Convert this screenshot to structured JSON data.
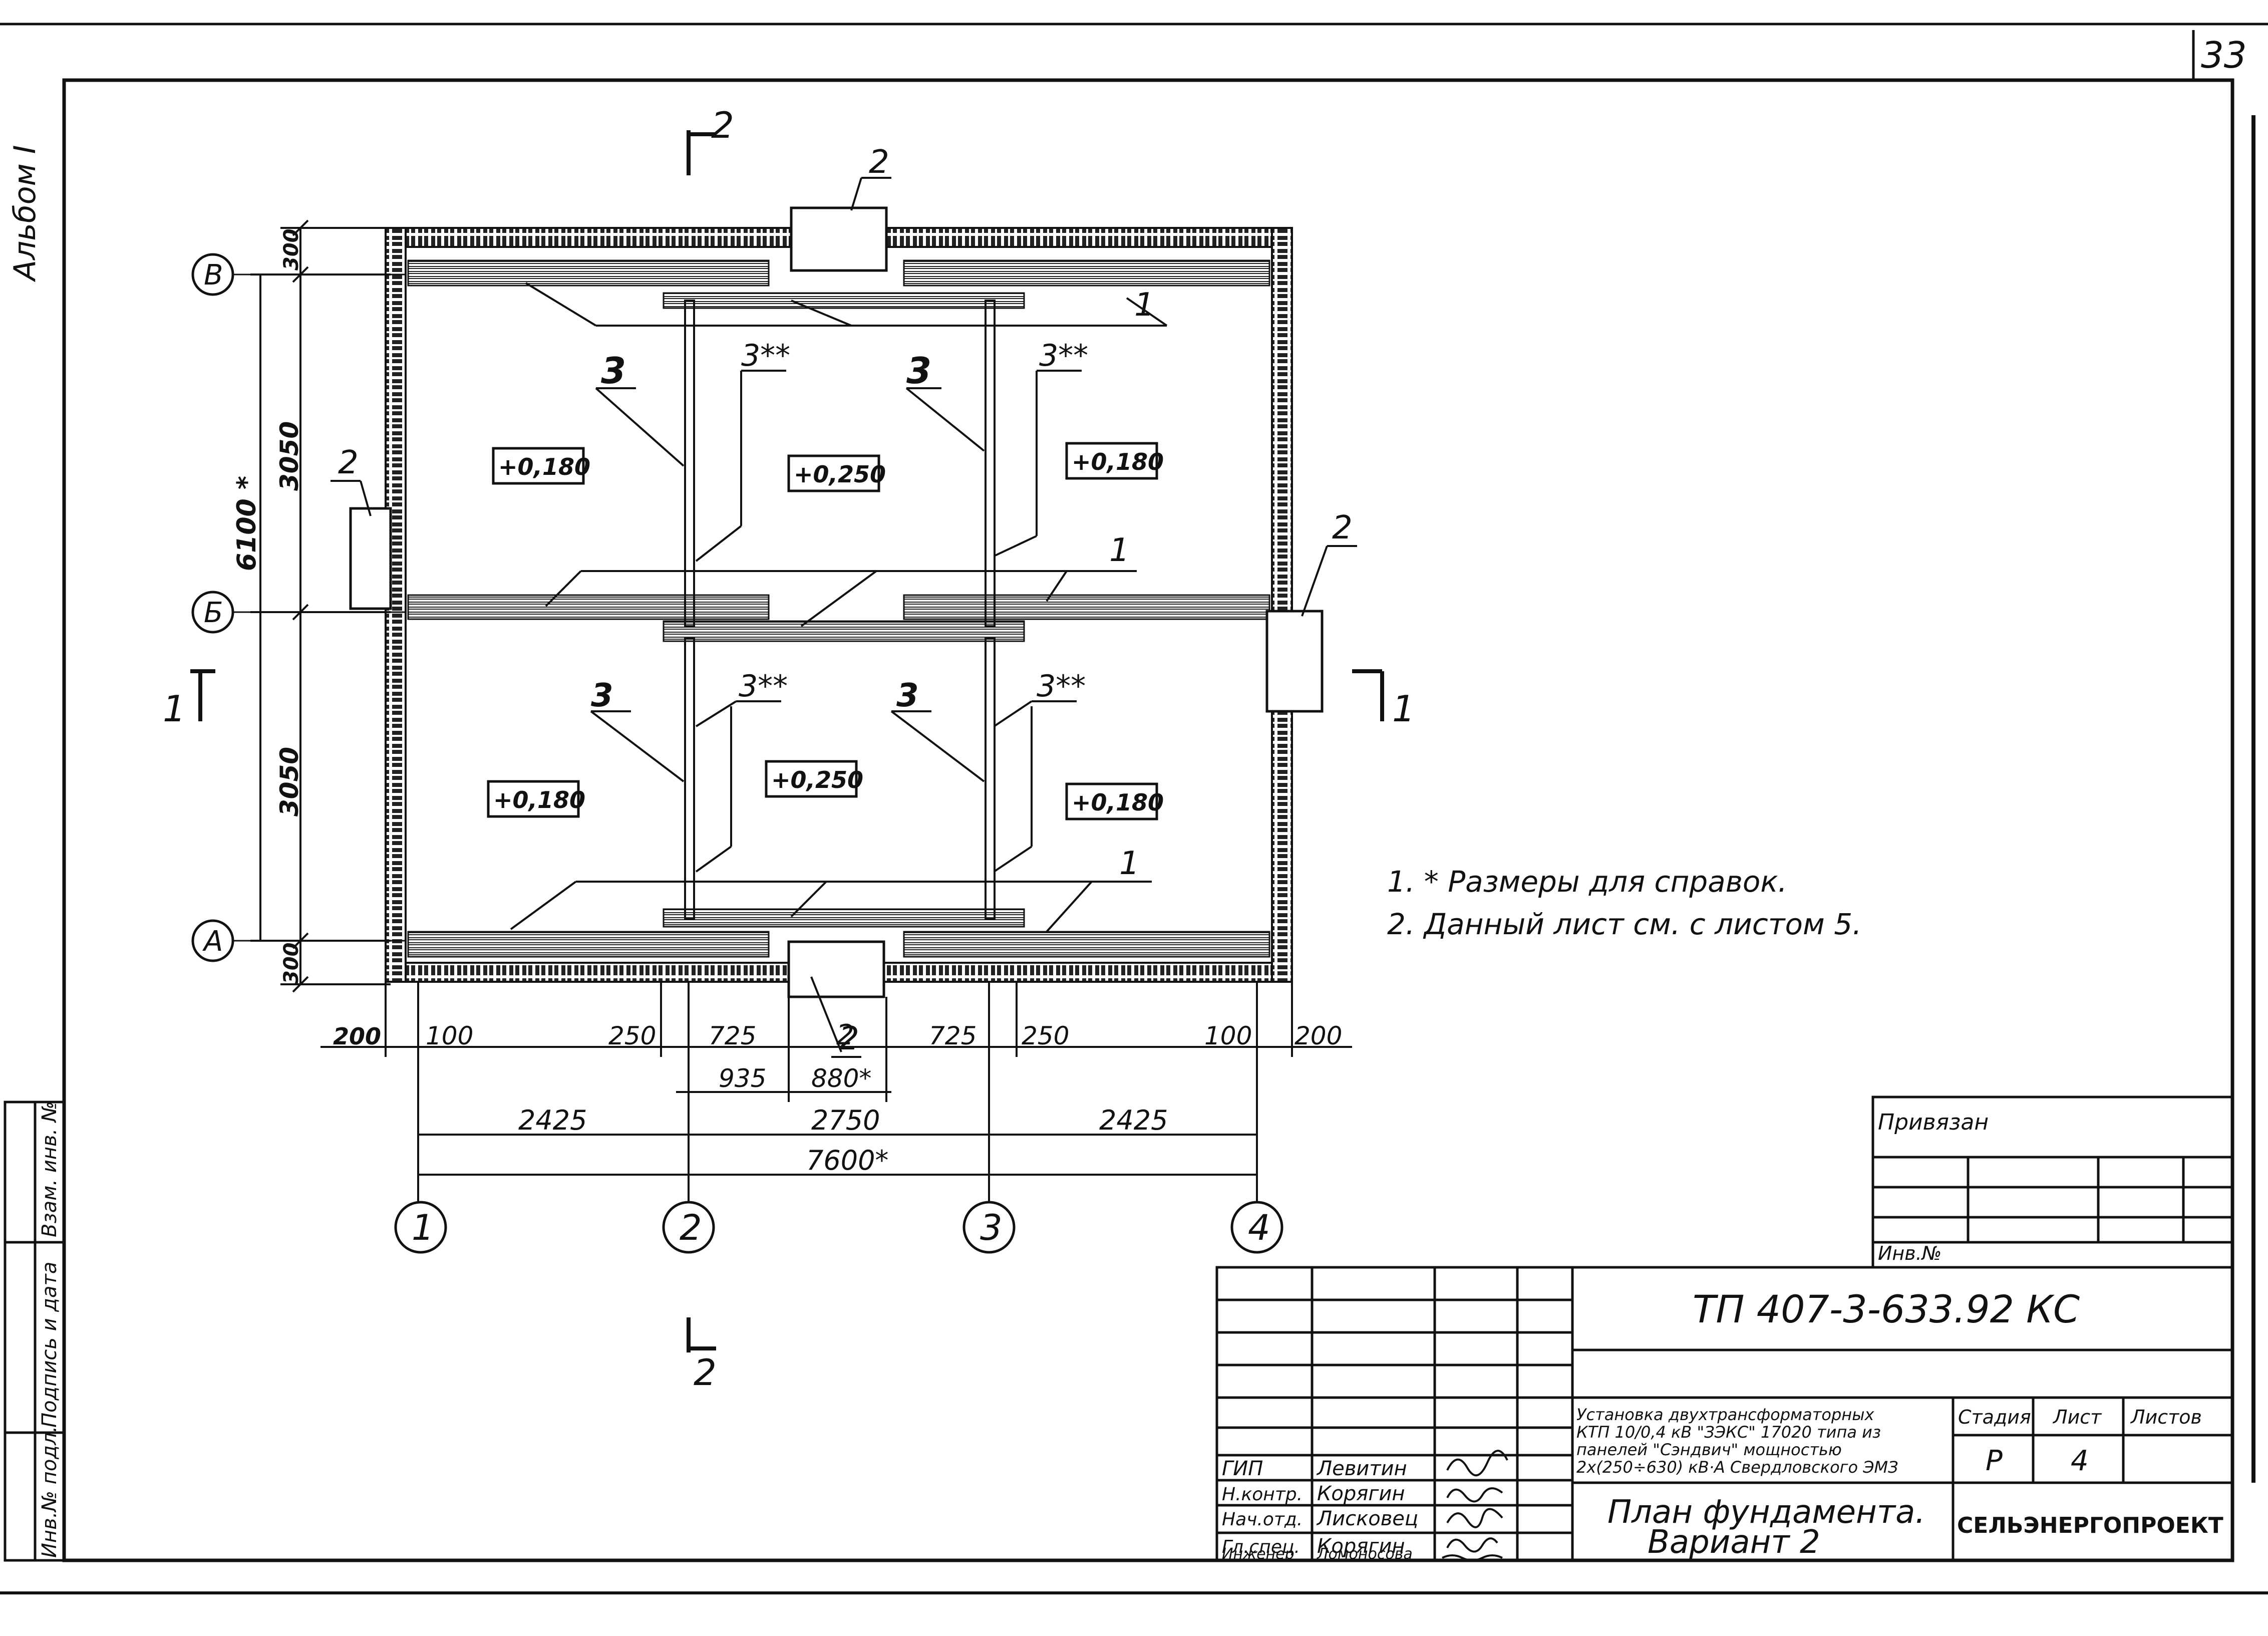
{
  "sheet_number": "33",
  "album_label": "Альбом I",
  "section_marks": {
    "top": "2",
    "bottom": "2",
    "left": "1",
    "right": "1"
  },
  "axes": {
    "rows": [
      "В",
      "Б",
      "А"
    ],
    "columns": [
      "1",
      "2",
      "3",
      "4"
    ]
  },
  "elevations": [
    "+0,180",
    "+0,250",
    "+0,180",
    "+0,180",
    "+0,250",
    "+0,180"
  ],
  "callouts": {
    "one": "1",
    "two": "2",
    "three": "3",
    "three_star": "3**"
  },
  "dims_vertical": {
    "top_edge": "300",
    "bay_top": "3050",
    "bay_bottom": "3050",
    "bottom_edge": "300",
    "total": "6100 *"
  },
  "dims_horizontal": {
    "row1": [
      "200",
      "100",
      "250",
      "725",
      "2",
      "725",
      "250",
      "100",
      "200"
    ],
    "row2": [
      "935",
      "880*"
    ],
    "row3": [
      "2425",
      "2750",
      "2425"
    ],
    "total": "7600*"
  },
  "notes": [
    "1. * Размеры для справок.",
    "2. Данный лист  см. с листом 5."
  ],
  "left_stamp": [
    "Инв.№ подл.",
    "Подпись и дата",
    "Взам. инв. №"
  ],
  "title_block": {
    "privyazan": "Привязан",
    "inv_no": "Инв.№",
    "code": "ТП 407-3-633.92 КС",
    "description": [
      "Установка двухтрансформаторных",
      "КТП 10/0,4 кВ  \"ЗЭКС\" 17020 типа из",
      "панелей \"Сэндвич\" мощностью",
      "2х(250÷630) кВ·А Свердловского ЭМЗ"
    ],
    "drawing_title": [
      "План фундамента.",
      "Вариант 2"
    ],
    "stage_header": "Стадия",
    "sheet_header": "Лист",
    "sheets_header": "Листов",
    "stage": "Р",
    "sheet": "4",
    "sheets": "",
    "organization": "СЕЛЬЭНЕРГОПРОЕКТ",
    "signatures": [
      {
        "role": "ГИП",
        "name": "Левитин"
      },
      {
        "role": "Н.контр.",
        "name": "Корягин"
      },
      {
        "role": "Нач.отд.",
        "name": "Лисковец"
      },
      {
        "role": "Гл.спец.",
        "name": "Корягин"
      },
      {
        "role": "Инженер",
        "name": "Ломоносова"
      }
    ]
  }
}
